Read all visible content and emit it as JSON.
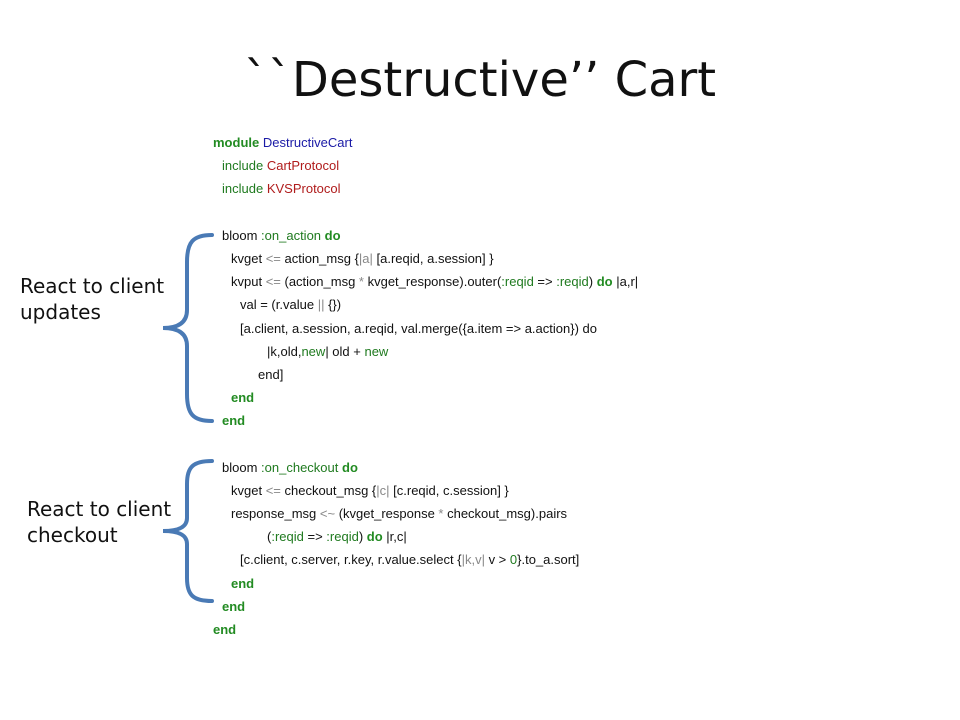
{
  "slide": {
    "title": "``Destructive’’ Cart",
    "labels": {
      "first": [
        "React to client",
        "updates"
      ],
      "second": [
        "React to client",
        "checkout"
      ]
    }
  },
  "code": {
    "lines": [
      {
        "indent": 0,
        "tokens": [
          {
            "t": "module",
            "c": "kw"
          },
          {
            "t": " "
          },
          {
            "t": "DestructiveCart",
            "c": "const"
          }
        ]
      },
      {
        "indent": 1,
        "tokens": [
          {
            "t": "include",
            "c": "sym"
          },
          {
            "t": " "
          },
          {
            "t": "CartProtocol",
            "c": "str"
          }
        ]
      },
      {
        "indent": 1,
        "tokens": [
          {
            "t": "include",
            "c": "sym"
          },
          {
            "t": " "
          },
          {
            "t": "KVSProtocol",
            "c": "str"
          }
        ]
      },
      {
        "indent": 0,
        "tokens": []
      },
      {
        "indent": 1,
        "tokens": [
          {
            "t": "bloom "
          },
          {
            "t": ":on_action",
            "c": "sym"
          },
          {
            "t": " "
          },
          {
            "t": "do",
            "c": "kw"
          }
        ]
      },
      {
        "indent": 2,
        "tokens": [
          {
            "t": "kvget "
          },
          {
            "t": "<=",
            "c": "op"
          },
          {
            "t": " action_msg {"
          },
          {
            "t": "|a|",
            "c": "op"
          },
          {
            "t": " [a.reqid, a.session] }"
          }
        ]
      },
      {
        "indent": 2,
        "tokens": [
          {
            "t": "kvput "
          },
          {
            "t": "<=",
            "c": "op"
          },
          {
            "t": " (action_msg "
          },
          {
            "t": "*",
            "c": "op"
          },
          {
            "t": " kvget_response).outer("
          },
          {
            "t": ":reqid",
            "c": "sym"
          },
          {
            "t": " => "
          },
          {
            "t": ":reqid",
            "c": "sym"
          },
          {
            "t": ") "
          },
          {
            "t": "do",
            "c": "kw"
          },
          {
            "t": " |a,r|"
          }
        ]
      },
      {
        "indent": 3,
        "tokens": [
          {
            "t": "val = (r.value "
          },
          {
            "t": "||",
            "c": "op"
          },
          {
            "t": " {})"
          }
        ]
      },
      {
        "indent": 3,
        "tokens": [
          {
            "t": "[a.client, a.session, a.reqid, val.merge({a.item => a.action}) do"
          }
        ]
      },
      {
        "indent": 6,
        "tokens": [
          {
            "t": "|k,old,"
          },
          {
            "t": "new",
            "c": "sym"
          },
          {
            "t": "| old + "
          },
          {
            "t": "new",
            "c": "sym"
          }
        ]
      },
      {
        "indent": 5,
        "tokens": [
          {
            "t": "end]"
          }
        ]
      },
      {
        "indent": 2,
        "tokens": [
          {
            "t": "end",
            "c": "kw"
          }
        ]
      },
      {
        "indent": 1,
        "tokens": [
          {
            "t": "end",
            "c": "kw"
          }
        ]
      },
      {
        "indent": 0,
        "tokens": []
      },
      {
        "indent": 1,
        "tokens": [
          {
            "t": "bloom "
          },
          {
            "t": ":on_checkout",
            "c": "sym"
          },
          {
            "t": " "
          },
          {
            "t": "do",
            "c": "kw"
          }
        ]
      },
      {
        "indent": 2,
        "tokens": [
          {
            "t": "kvget "
          },
          {
            "t": "<=",
            "c": "op"
          },
          {
            "t": " checkout_msg {"
          },
          {
            "t": "|c|",
            "c": "op"
          },
          {
            "t": " [c.reqid, c.session] }"
          }
        ]
      },
      {
        "indent": 2,
        "tokens": [
          {
            "t": "response_msg "
          },
          {
            "t": "<~",
            "c": "op"
          },
          {
            "t": " (kvget_response "
          },
          {
            "t": "*",
            "c": "op"
          },
          {
            "t": " checkout_msg).pairs"
          }
        ]
      },
      {
        "indent": 6,
        "tokens": [
          {
            "t": "("
          },
          {
            "t": ":reqid",
            "c": "sym"
          },
          {
            "t": " => "
          },
          {
            "t": ":reqid",
            "c": "sym"
          },
          {
            "t": ") "
          },
          {
            "t": "do",
            "c": "kw"
          },
          {
            "t": " |r,c|"
          }
        ]
      },
      {
        "indent": 3,
        "tokens": [
          {
            "t": "[c.client, c.server, r.key, r.value.select {"
          },
          {
            "t": "|k,v|",
            "c": "op"
          },
          {
            "t": " v > "
          },
          {
            "t": "0",
            "c": "sym"
          },
          {
            "t": "}.to_a.sort]"
          }
        ]
      },
      {
        "indent": 2,
        "tokens": [
          {
            "t": "end",
            "c": "kw"
          }
        ]
      },
      {
        "indent": 1,
        "tokens": [
          {
            "t": "end",
            "c": "kw"
          }
        ]
      },
      {
        "indent": 0,
        "tokens": [
          {
            "t": "end",
            "c": "kw"
          }
        ]
      }
    ]
  },
  "colors": {
    "brace": "#4a7ab5",
    "keyword": "#228b22",
    "constant": "#1a1aa6",
    "string": "#b01c1c"
  }
}
